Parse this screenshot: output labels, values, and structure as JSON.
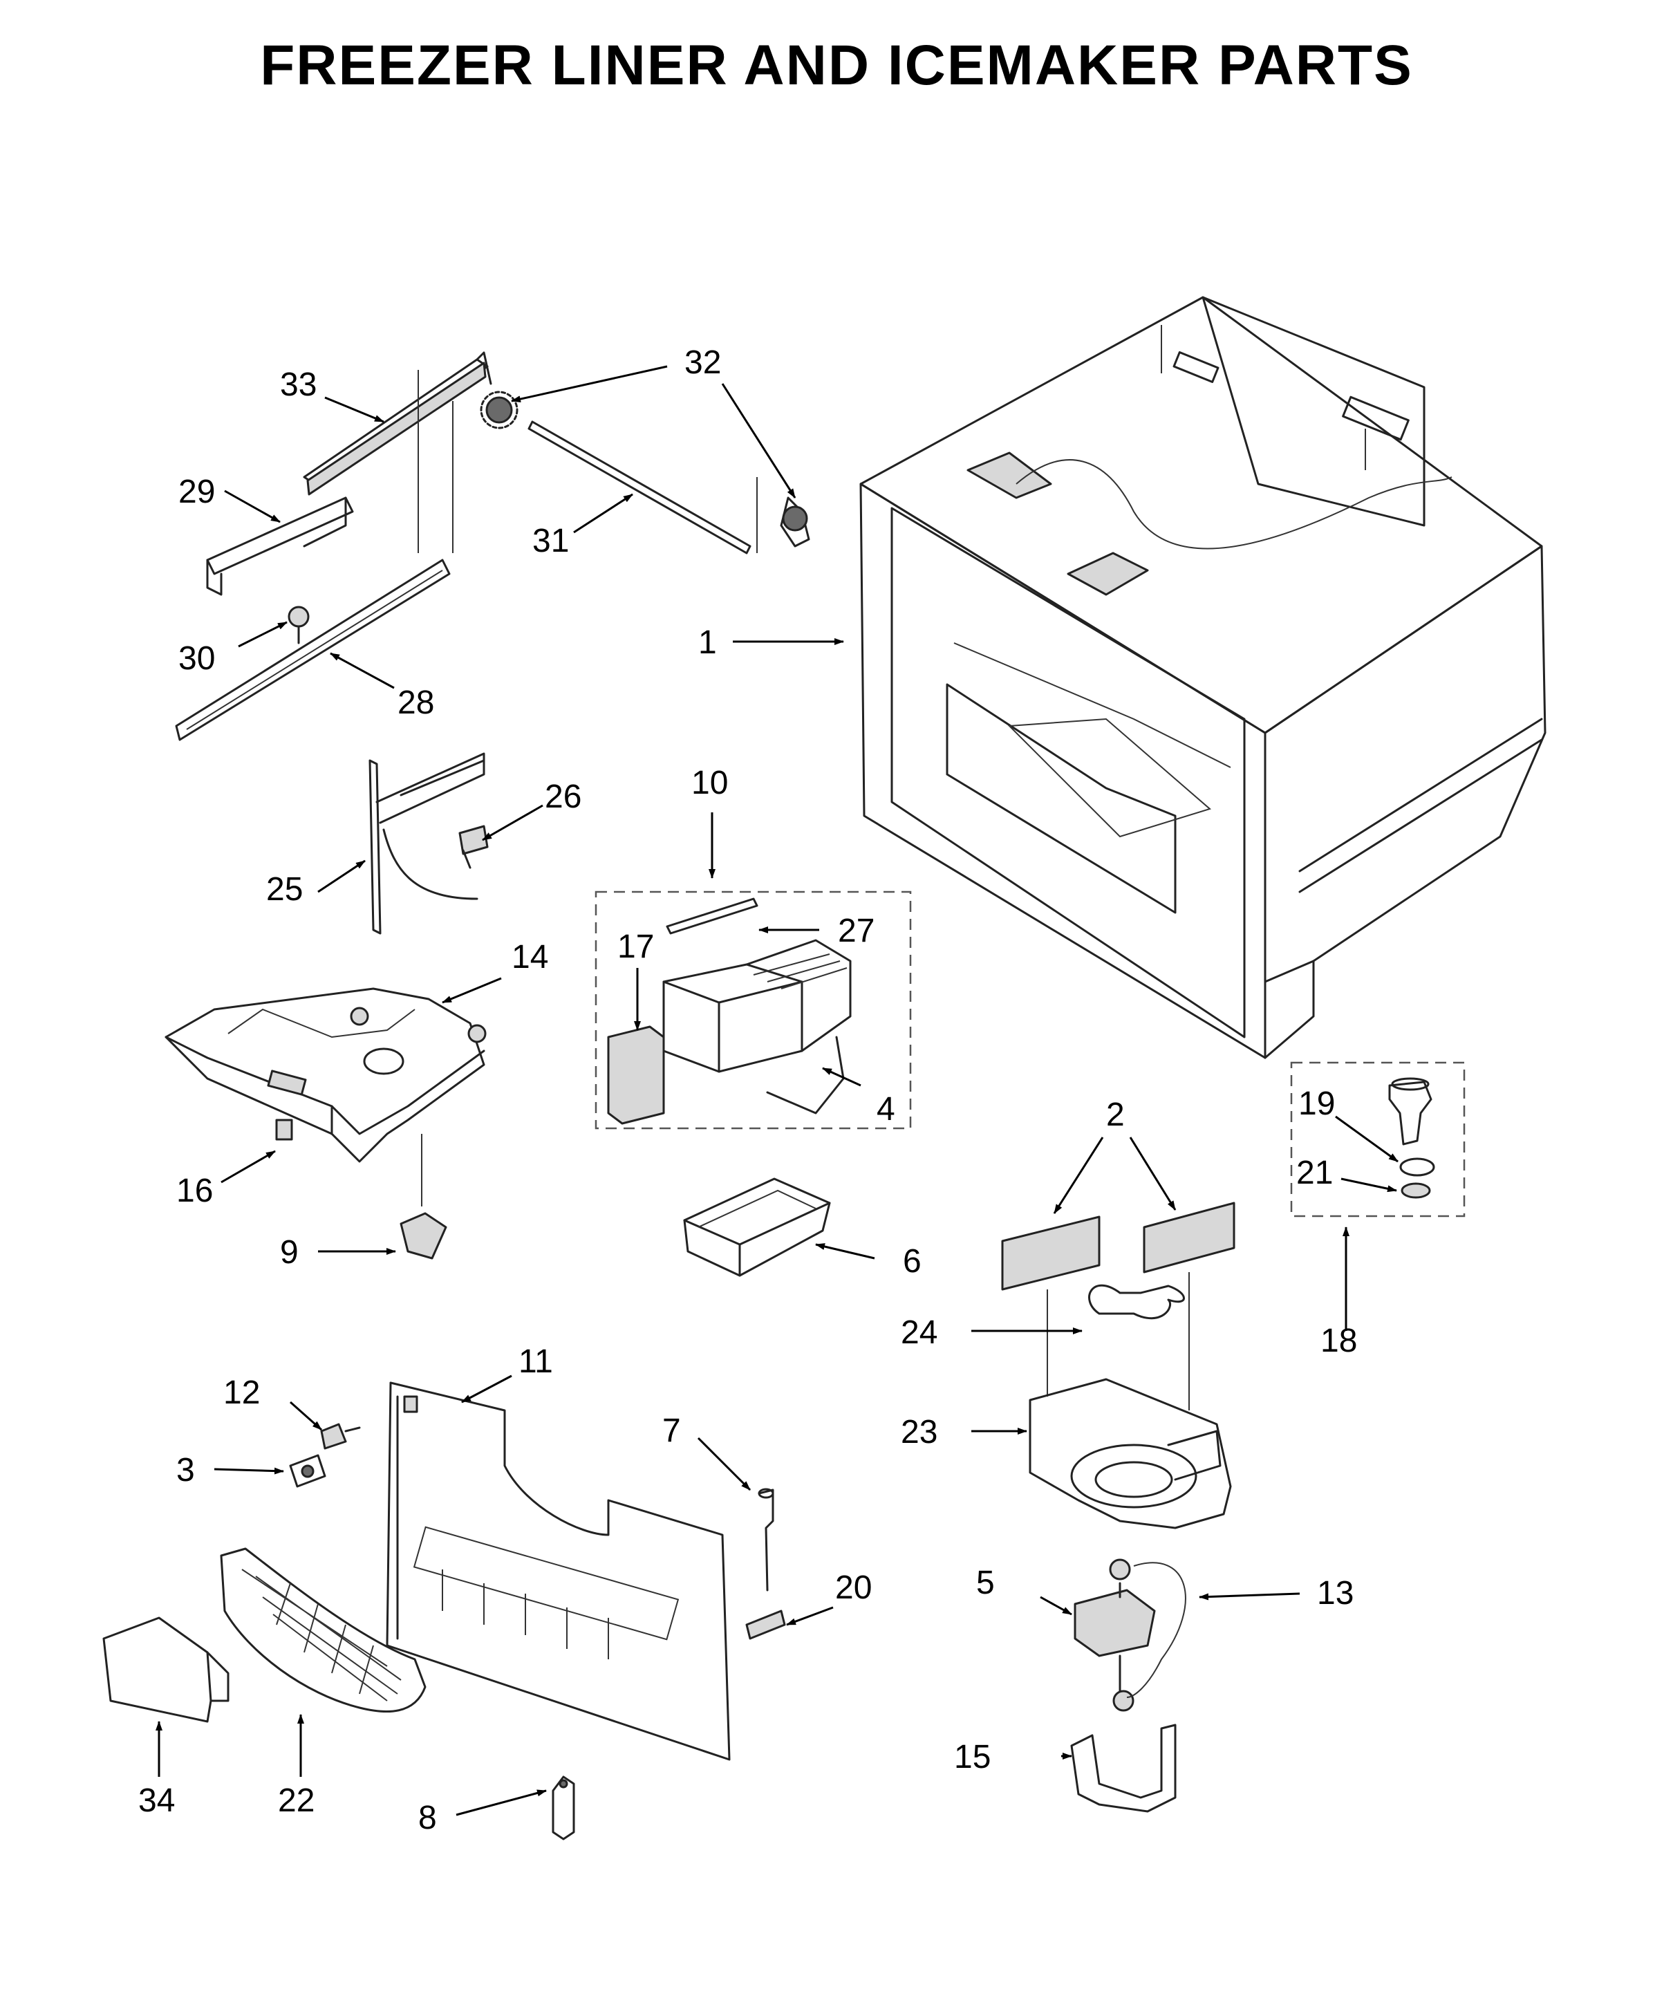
{
  "title": "FREEZER LINER AND ICEMAKER PARTS",
  "callouts": [
    "1",
    "2",
    "3",
    "4",
    "5",
    "6",
    "7",
    "8",
    "9",
    "10",
    "11",
    "12",
    "13",
    "14",
    "15",
    "16",
    "17",
    "18",
    "19",
    "20",
    "21",
    "22",
    "23",
    "24",
    "25",
    "26",
    "27",
    "28",
    "29",
    "30",
    "31",
    "32",
    "33",
    "34"
  ]
}
